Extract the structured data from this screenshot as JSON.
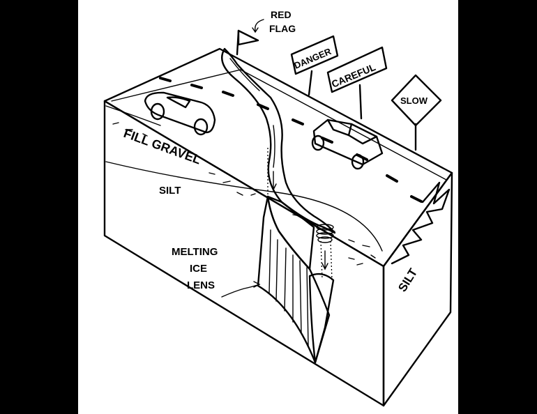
{
  "labels": {
    "red_flag_line1": "RED",
    "red_flag_line2": "FLAG",
    "fill_gravel": "FILL GRAVEL",
    "silt_left": "SILT",
    "silt_right": "SILT",
    "melting_line1": "MELTING",
    "melting_line2": "ICE",
    "melting_line3": "LENS"
  },
  "signs": {
    "danger": "DANGER",
    "careful": "CAREFUL",
    "slow": "SLOW"
  },
  "colors": {
    "frame": "#000000",
    "page": "#ffffff",
    "ink": "#000000"
  }
}
